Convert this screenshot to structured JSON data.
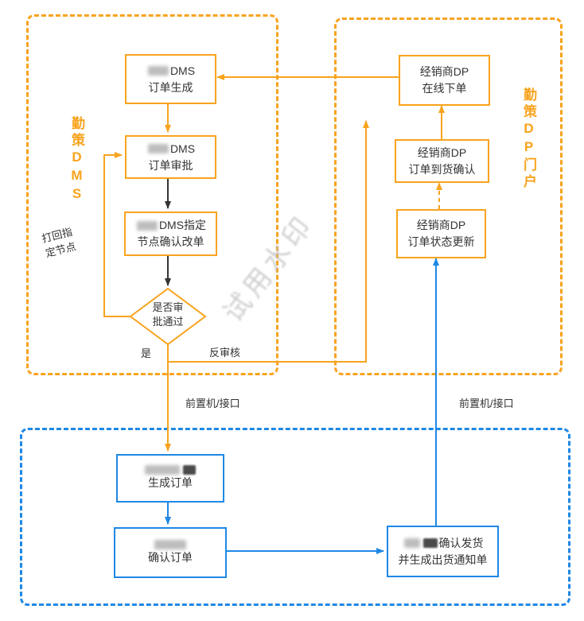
{
  "watermark": "试用水印",
  "colors": {
    "orange": "#F9A31E",
    "blue": "#1E88E5",
    "arrow_dark": "#333333"
  },
  "regions": {
    "dms": {
      "label": "勤策DMS"
    },
    "dp": {
      "label": "勤策DP门户"
    }
  },
  "nodes": {
    "order_create": {
      "line1": "DMS",
      "line2": "订单生成"
    },
    "order_approve": {
      "line1": "DMS",
      "line2": "订单审批"
    },
    "node_change": {
      "line1": "DMS指定",
      "line2": "节点确认改单"
    },
    "decision": {
      "line1": "是否审",
      "line2": "批通过"
    },
    "dp_online_order": {
      "line1": "经销商DP",
      "line2": "在线下单"
    },
    "dp_arrival_confirm": {
      "line1": "经销商DP",
      "line2": "订单到货确认"
    },
    "dp_status_update": {
      "line1": "经销商DP",
      "line2": "订单状态更新"
    },
    "gen_order": {
      "line2": "生成订单"
    },
    "confirm_order": {
      "line2": "确认订单"
    },
    "ship_confirm": {
      "line1": "确认发货",
      "line2": "并生成出货通知单"
    }
  },
  "labels": {
    "reject_line1": "打回指",
    "reject_line2": "定节点",
    "yes": "是",
    "reverse_audit": "反审核",
    "interface_left": "前置机/接口",
    "interface_right": "前置机/接口"
  }
}
